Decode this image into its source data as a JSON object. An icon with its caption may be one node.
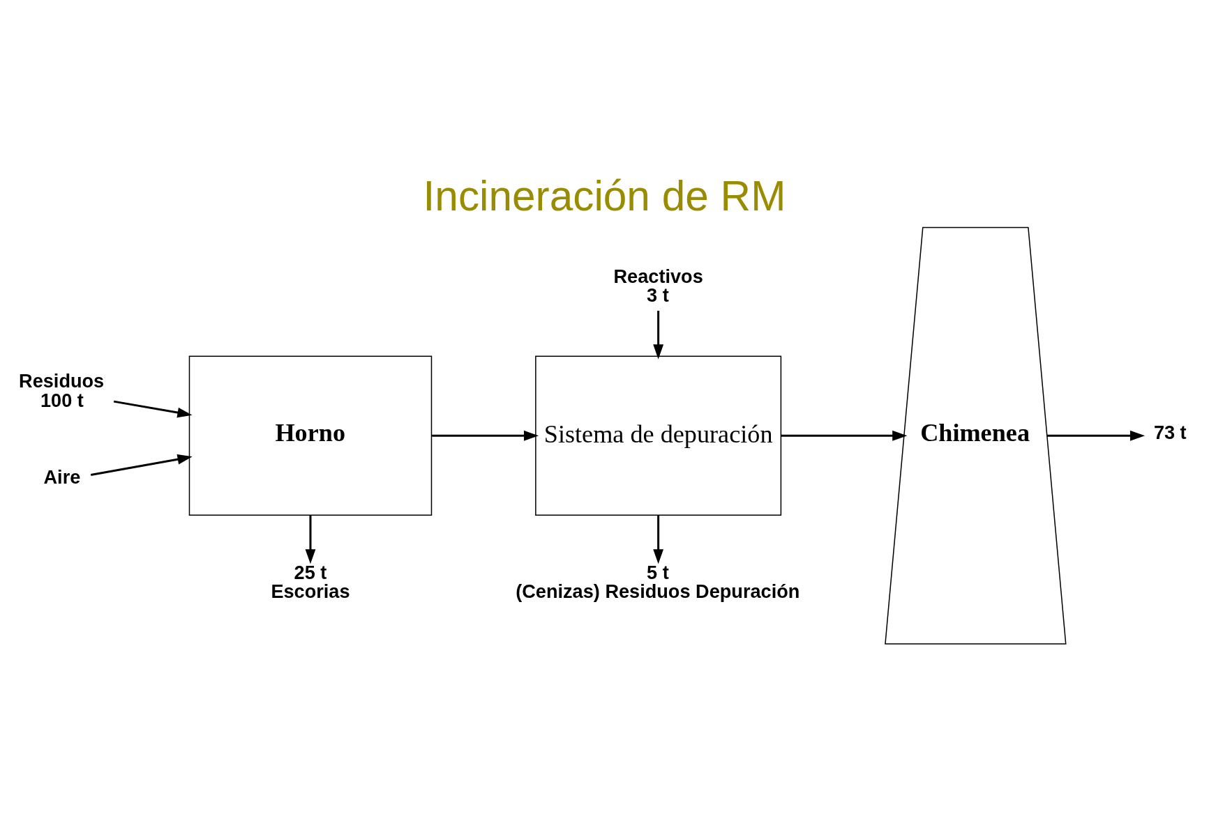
{
  "diagram": {
    "title": "Incineración de RM",
    "nodes": [
      {
        "text": [
          "Horno"
        ]
      },
      {
        "text": [
          "Sistema de depuración"
        ]
      },
      {
        "text": [
          "Chimenea"
        ]
      },
      {
        "text": [
          "Residuos",
          "100 t"
        ]
      },
      {
        "text": [
          "Aire"
        ]
      },
      {
        "text": [
          "Reactivos",
          "3 t"
        ]
      },
      {
        "text": [
          "25 t",
          "Escorias"
        ]
      },
      {
        "text": [
          "5 t",
          "(Cenizas) Residuos Depuración"
        ]
      },
      {
        "text": [
          "73 t"
        ]
      }
    ],
    "edges": [
      {
        "from": 3,
        "to": 0,
        "arrow": "to"
      },
      {
        "from": 4,
        "to": 0,
        "arrow": "to"
      },
      {
        "from": 0,
        "to": 1,
        "arrow": "to"
      },
      {
        "from": 5,
        "to": 1,
        "arrow": "to"
      },
      {
        "from": 0,
        "to": 6,
        "arrow": "to"
      },
      {
        "from": 1,
        "to": 7,
        "arrow": "to"
      },
      {
        "from": 1,
        "to": 2,
        "arrow": "to"
      },
      {
        "from": 2,
        "to": 8,
        "arrow": "to"
      }
    ]
  }
}
